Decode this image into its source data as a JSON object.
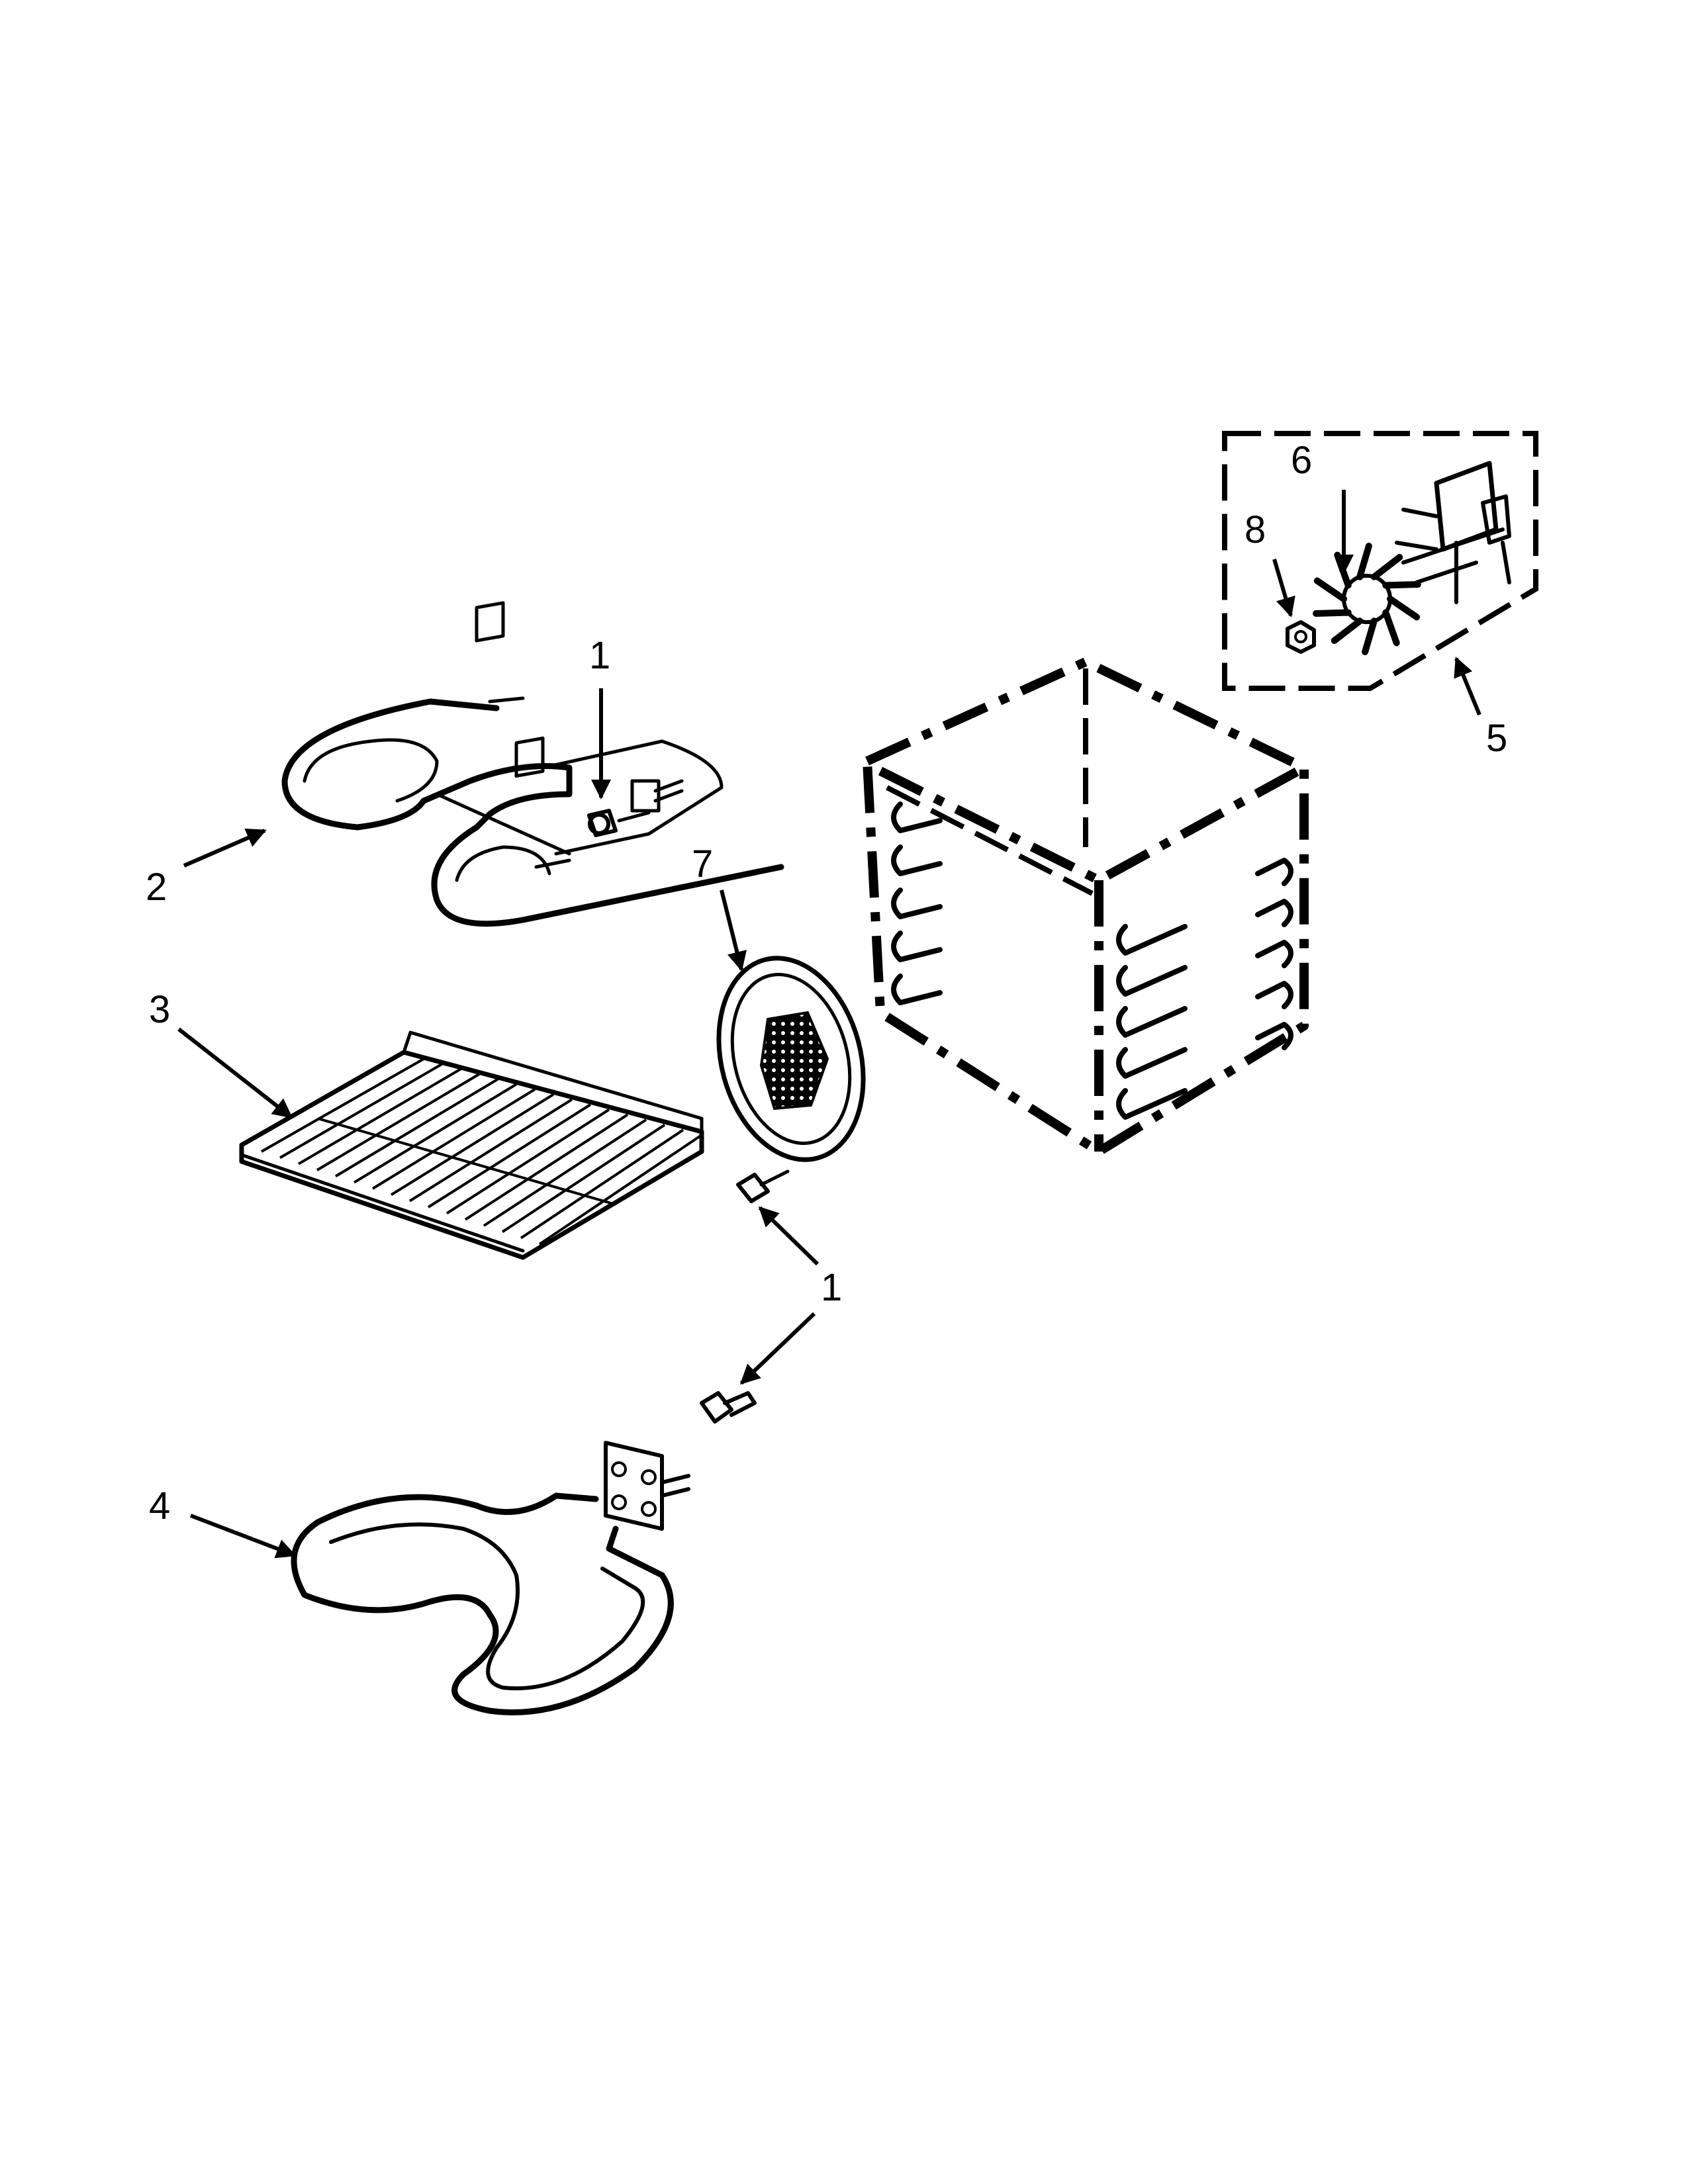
{
  "callouts": {
    "c1_top": "1",
    "c1_mid": "1",
    "c2": "2",
    "c3": "3",
    "c4": "4",
    "c5": "5",
    "c6": "6",
    "c7": "7",
    "c8": "8"
  },
  "colors": {
    "ink": "#000000",
    "paper": "#ffffff"
  }
}
